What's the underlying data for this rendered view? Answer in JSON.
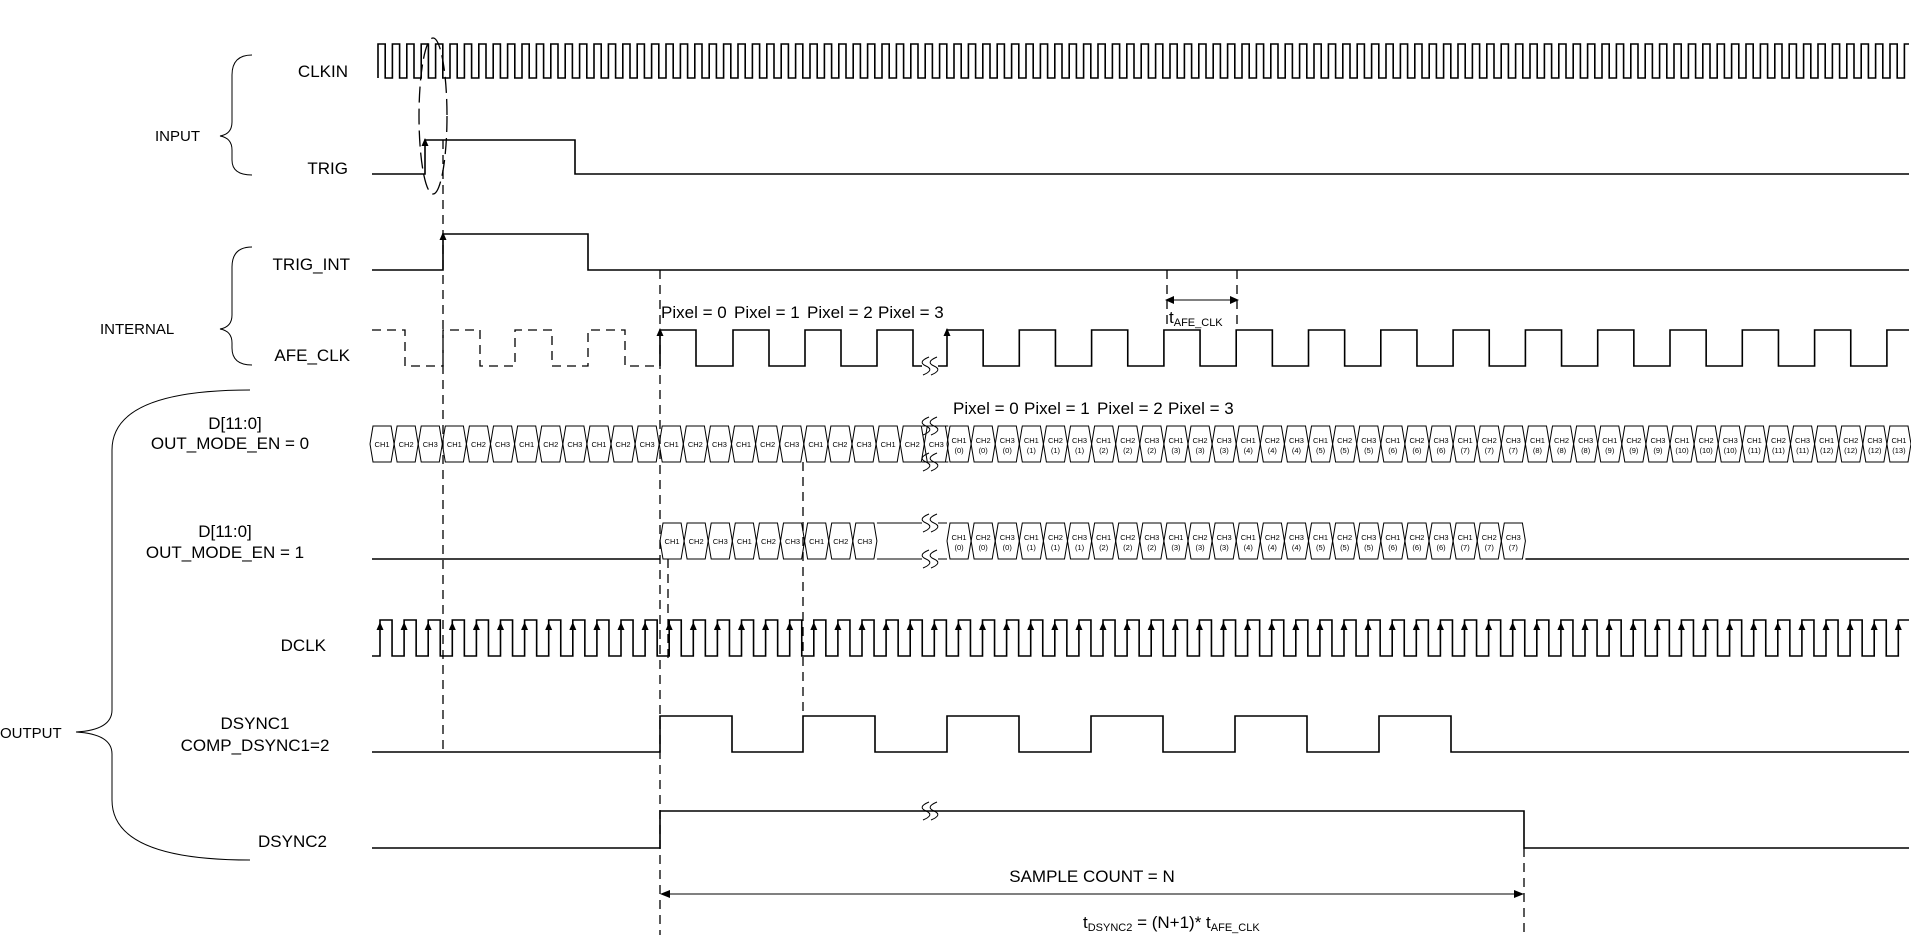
{
  "groups": {
    "input": "INPUT",
    "internal": "INTERNAL",
    "output": "OUTPUT"
  },
  "signals": {
    "clkin": "CLKIN",
    "trig": "TRIG",
    "trig_int": "TRIG_INT",
    "afe_clk": "AFE_CLK",
    "d0_line1": "D[11:0]",
    "d0_line2": "OUT_MODE_EN = 0",
    "d1_line1": "D[11:0]",
    "d1_line2": "OUT_MODE_EN = 1",
    "dclk": "DCLK",
    "dsync1_line1": "DSYNC1",
    "dsync1_line2": "COMP_DSYNC1=2",
    "dsync2": "DSYNC2"
  },
  "pixel_labels_afe": [
    "Pixel = 0",
    "Pixel = 1",
    "Pixel = 2",
    "Pixel = 3"
  ],
  "pixel_labels_data": [
    "Pixel = 0",
    "Pixel = 1",
    "Pixel = 2",
    "Pixel = 3"
  ],
  "t_afe_clk": {
    "main": "t",
    "sub": "AFE_CLK"
  },
  "sample_count": "SAMPLE COUNT = N",
  "t_dsync2": {
    "t": "t",
    "sub1": "DSYNC2",
    "mid": " = (N+1)* t",
    "sub2": "AFE_CLK"
  },
  "d0_pre_cells": [
    "CH1",
    "CH2",
    "CH3",
    "CH1",
    "CH2",
    "CH3",
    "CH1",
    "CH2",
    "CH3",
    "CH1",
    "CH2",
    "CH3",
    "CH1",
    "CH2",
    "CH3",
    "CH1",
    "CH2",
    "CH3",
    "CH1",
    "CH2",
    "CH3",
    "CH1",
    "CH2",
    "CH3"
  ],
  "d1_pre_cells": [
    "CH1",
    "CH2",
    "CH3",
    "CH1",
    "CH2",
    "CH3",
    "CH1",
    "CH2",
    "CH3"
  ],
  "d0_post_cells": [
    [
      "CH1",
      "(0)"
    ],
    [
      "CH2",
      "(0)"
    ],
    [
      "CH3",
      "(0)"
    ],
    [
      "CH1",
      "(1)"
    ],
    [
      "CH2",
      "(1)"
    ],
    [
      "CH3",
      "(1)"
    ],
    [
      "CH1",
      "(2)"
    ],
    [
      "CH2",
      "(2)"
    ],
    [
      "CH3",
      "(2)"
    ],
    [
      "CH1",
      "(3)"
    ],
    [
      "CH2",
      "(3)"
    ],
    [
      "CH3",
      "(3)"
    ],
    [
      "CH1",
      "(4)"
    ],
    [
      "CH2",
      "(4)"
    ],
    [
      "CH3",
      "(4)"
    ],
    [
      "CH1",
      "(5)"
    ],
    [
      "CH2",
      "(5)"
    ],
    [
      "CH3",
      "(5)"
    ],
    [
      "CH1",
      "(6)"
    ],
    [
      "CH2",
      "(6)"
    ],
    [
      "CH3",
      "(6)"
    ],
    [
      "CH1",
      "(7)"
    ],
    [
      "CH2",
      "(7)"
    ],
    [
      "CH3",
      "(7)"
    ],
    [
      "CH1",
      "(8)"
    ],
    [
      "CH2",
      "(8)"
    ],
    [
      "CH3",
      "(8)"
    ],
    [
      "CH1",
      "(9)"
    ],
    [
      "CH2",
      "(9)"
    ],
    [
      "CH3",
      "(9)"
    ],
    [
      "CH1",
      "(10)"
    ],
    [
      "CH2",
      "(10)"
    ],
    [
      "CH3",
      "(10)"
    ],
    [
      "CH1",
      "(11)"
    ],
    [
      "CH2",
      "(11)"
    ],
    [
      "CH3",
      "(11)"
    ],
    [
      "CH1",
      "(12)"
    ],
    [
      "CH2",
      "(12)"
    ],
    [
      "CH3",
      "(12)"
    ],
    [
      "CH1",
      "(13)"
    ]
  ],
  "d1_post_cells": [
    [
      "CH1",
      "(0)"
    ],
    [
      "CH2",
      "(0)"
    ],
    [
      "CH3",
      "(0)"
    ],
    [
      "CH1",
      "(1)"
    ],
    [
      "CH2",
      "(1)"
    ],
    [
      "CH3",
      "(1)"
    ],
    [
      "CH1",
      "(2)"
    ],
    [
      "CH2",
      "(2)"
    ],
    [
      "CH3",
      "(2)"
    ],
    [
      "CH1",
      "(3)"
    ],
    [
      "CH2",
      "(3)"
    ],
    [
      "CH3",
      "(3)"
    ],
    [
      "CH1",
      "(4)"
    ],
    [
      "CH2",
      "(4)"
    ],
    [
      "CH3",
      "(4)"
    ],
    [
      "CH1",
      "(5)"
    ],
    [
      "CH2",
      "(5)"
    ],
    [
      "CH3",
      "(5)"
    ],
    [
      "CH1",
      "(6)"
    ],
    [
      "CH2",
      "(6)"
    ],
    [
      "CH3",
      "(6)"
    ],
    [
      "CH1",
      "(7)"
    ],
    [
      "CH2",
      "(7)"
    ],
    [
      "CH3",
      "(7)"
    ]
  ]
}
